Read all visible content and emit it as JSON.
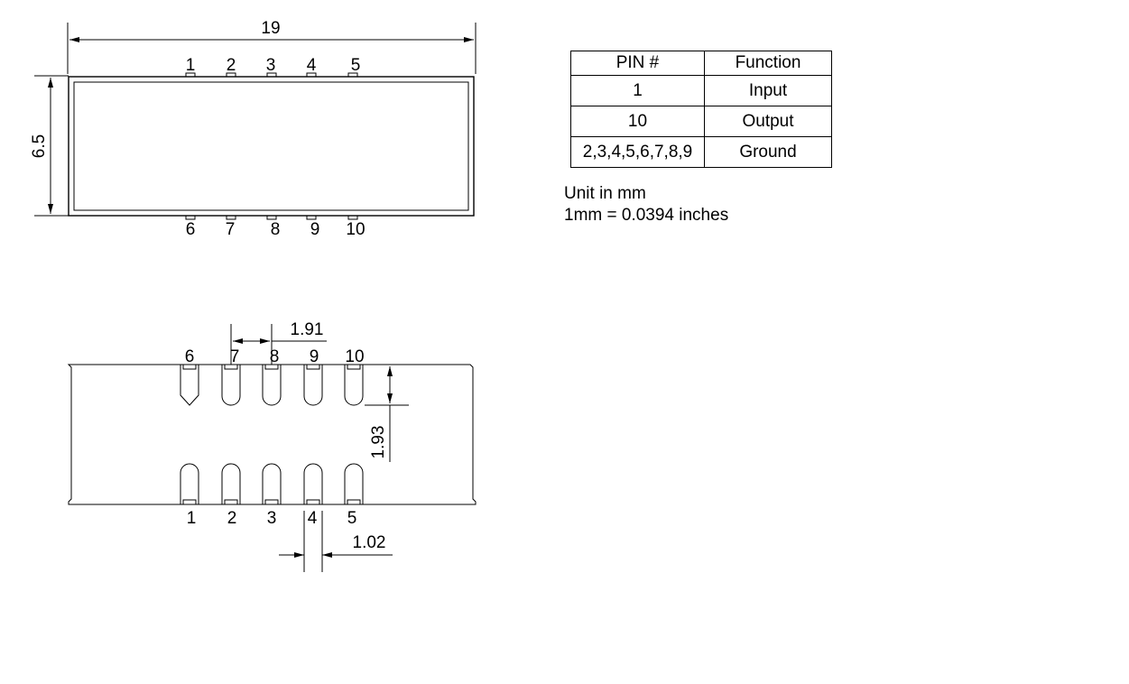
{
  "top_view": {
    "length_label": "19",
    "height_label": "6.5",
    "top_pins": [
      "1",
      "2",
      "3",
      "4",
      "5"
    ],
    "bottom_pins": [
      "6",
      "7",
      "8",
      "9",
      "10"
    ]
  },
  "bottom_view": {
    "top_pins": [
      "6",
      "7",
      "8",
      "9",
      "10"
    ],
    "bottom_pins": [
      "1",
      "2",
      "3",
      "4",
      "5"
    ],
    "pitch_label": "1.91",
    "pad_length_label": "1.93",
    "pad_width_label": "1.02"
  },
  "pin_table": {
    "headers": [
      "PIN #",
      "Function"
    ],
    "rows": [
      {
        "pin": "1",
        "function": "Input"
      },
      {
        "pin": "10",
        "function": "Output"
      },
      {
        "pin": "2,3,4,5,6,7,8,9",
        "function": "Ground"
      }
    ]
  },
  "notes": {
    "unit": "Unit in mm",
    "conversion": "1mm = 0.0394 inches"
  }
}
